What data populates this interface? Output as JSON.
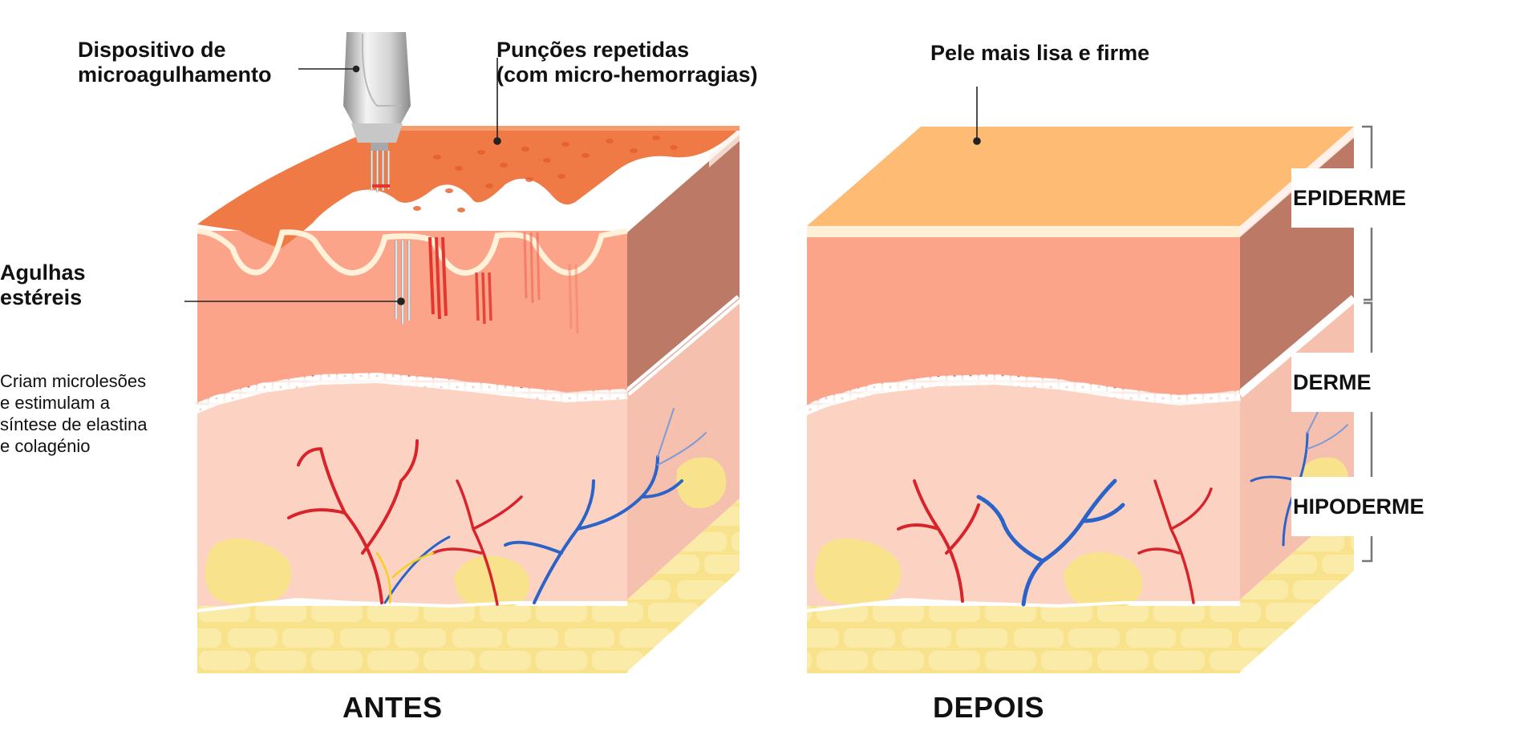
{
  "labels": {
    "device": [
      "Dispositivo de",
      "microagulhamento"
    ],
    "punctures": [
      "Punções repetidas",
      "(com micro-hemorragias)"
    ],
    "needles": [
      "Agulhas",
      "estéreis"
    ],
    "description": [
      "Criam microlesões",
      "e estimulam a",
      "síntese de elastina",
      "e colagénio"
    ],
    "smooth": "Pele mais lisa e firme"
  },
  "captions": {
    "before": "ANTES",
    "after": "DEPOIS"
  },
  "layers": {
    "epidermis": "EPIDERME",
    "dermis": "DERME",
    "hypodermis": "HIPODERME"
  },
  "colors": {
    "epidermis_surface_before": "#f07a45",
    "epidermis_surface_after": "#fdbb74",
    "epidermis_front": "#fba48a",
    "epidermis_side": "#bb7966",
    "dermis_front": "#fcd3c3",
    "dermis_side": "#f6c0ae",
    "fat": "#f8e38c",
    "artery": "#d9232a",
    "vein": "#2b63c8",
    "nerve": "#f2d21b"
  }
}
